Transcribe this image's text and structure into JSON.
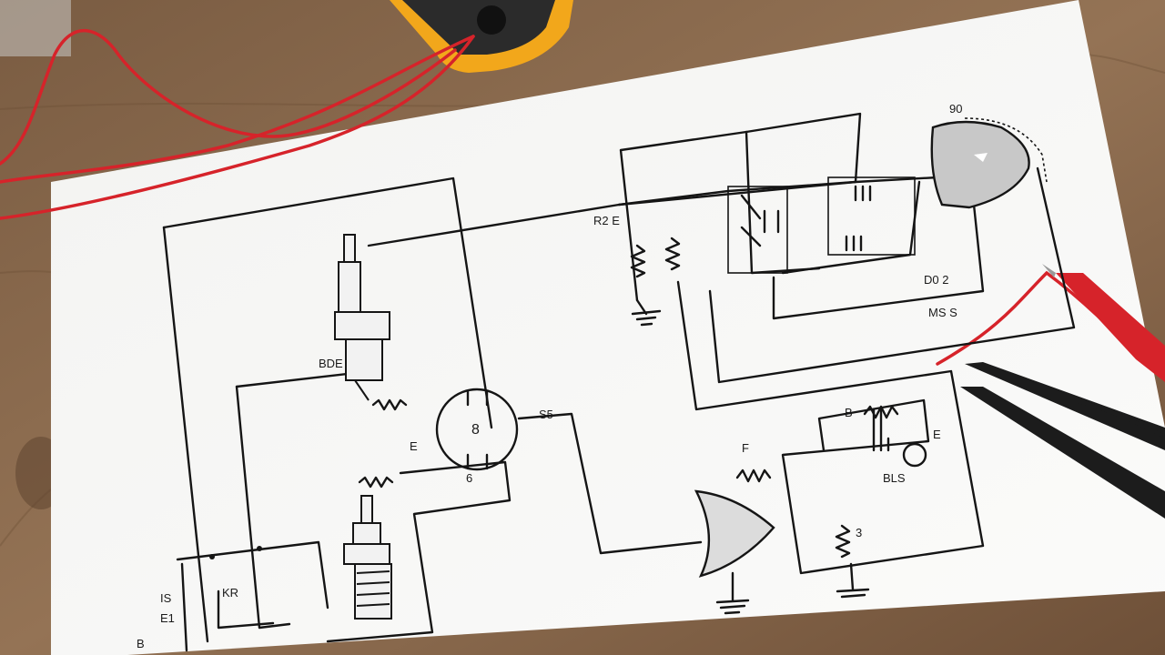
{
  "scene": {
    "description_free": true,
    "colors": {
      "table": "#8b6a4e",
      "paper": "#f7f7f5",
      "ink": "#151515",
      "red_wire": "#d6232a",
      "multimeter": "#f2a71b",
      "black_probe": "#1c1c1c"
    }
  },
  "labels": {
    "top_right_num": "90",
    "relay_label": "R2 E",
    "mid_right_a": "D0 2",
    "mid_right_b": "MS S",
    "spark_plug_top": "BDE",
    "coil_center": "8",
    "coil_left": "E",
    "coil_right": "S5",
    "coil_bottom": "6",
    "bottom_left_a": "IS",
    "bottom_left_b": "E1",
    "bottom_left_c": "KR",
    "bottom_left_d": "B",
    "bottom_right_f": "F",
    "bottom_right_b": "B",
    "bottom_right_bls": "BLS",
    "bottom_right_3": "3",
    "bottom_right_e": "E"
  }
}
